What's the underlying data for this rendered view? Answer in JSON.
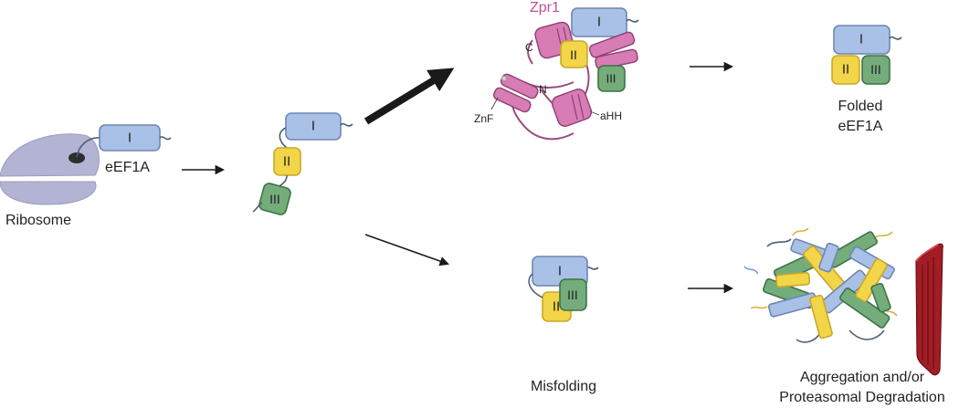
{
  "labels": {
    "ribosome": "Ribosome",
    "eef1a": "eEF1A",
    "zpr1": "Zpr1",
    "c_terminus": "C",
    "n_terminus": "N",
    "znf": "ZnF",
    "ahh": "aHH",
    "folded_line1": "Folded",
    "folded_line2": "eEF1A",
    "misfolding": "Misfolding",
    "aggregation_line1": "Aggregation and/or",
    "aggregation_line2": "Proteasomal Degradation"
  },
  "domains": {
    "d1": "I",
    "d2": "II",
    "d3": "III"
  },
  "colors": {
    "domain_I": "#a9c1e6",
    "domain_II": "#f2d548",
    "domain_III": "#74ad7b",
    "zpr1": "#d77cb5",
    "ribosome": "#b3b3d3",
    "proteasome": "#a21d25",
    "arrow": "#1a1a1a"
  }
}
